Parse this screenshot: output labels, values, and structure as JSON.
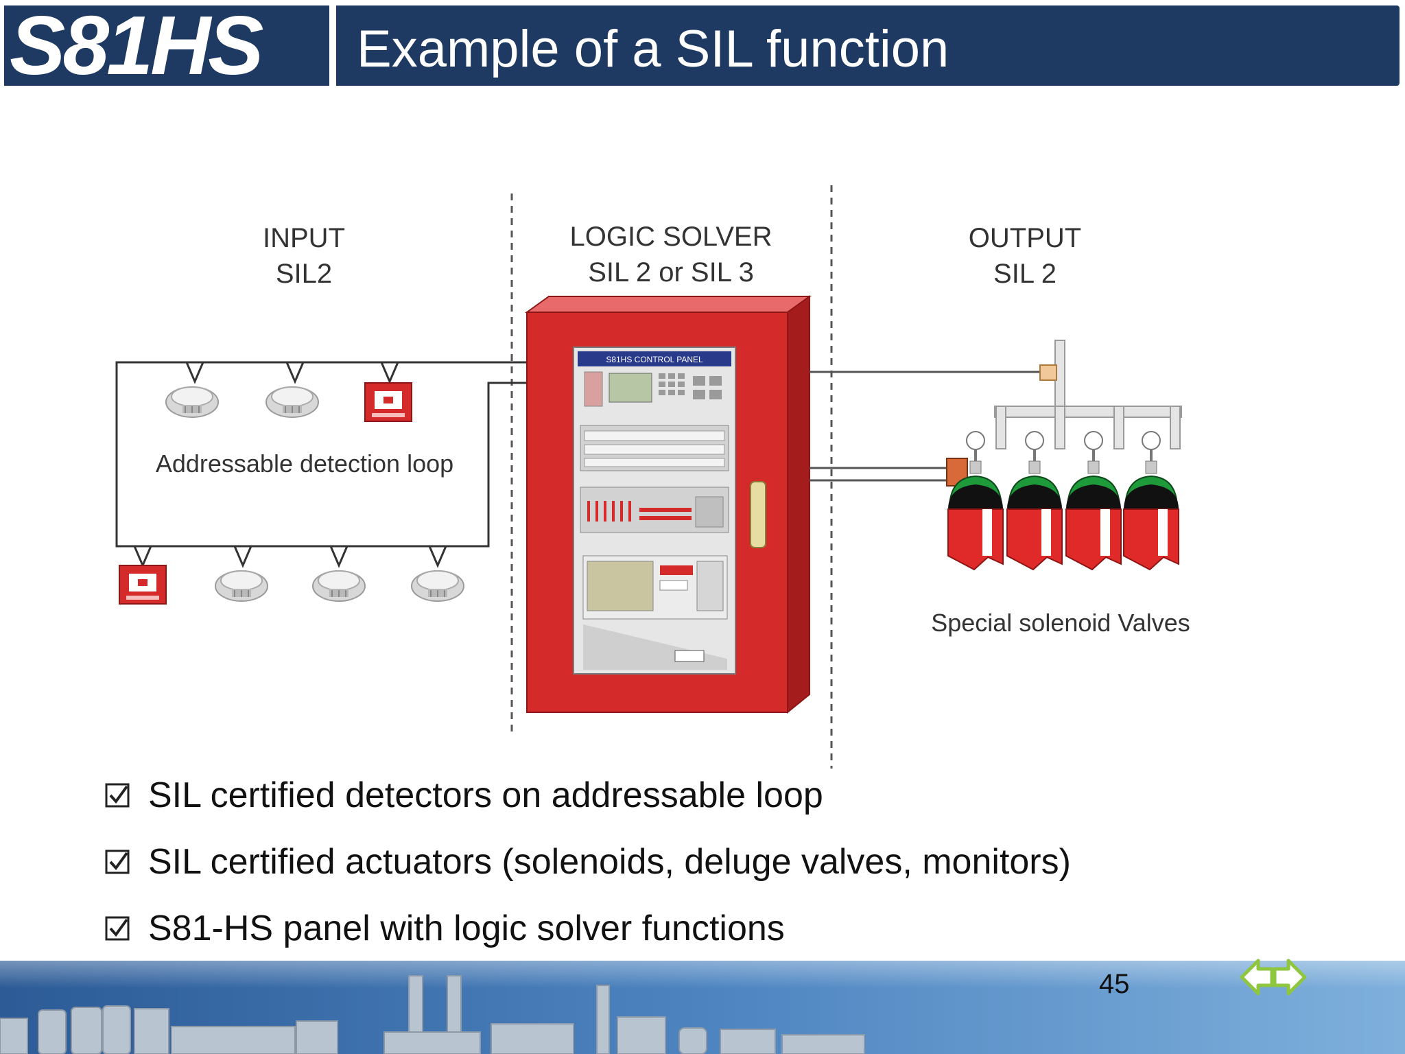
{
  "header": {
    "logo_text": "S81HS",
    "title": "Example of a SIL function"
  },
  "diagram": {
    "input": {
      "title": "INPUT",
      "sil": "SIL2",
      "loop_label": "Addressable detection loop"
    },
    "logic_solver": {
      "title": "LOGIC SOLVER",
      "sil": "SIL 2 or SIL 3",
      "panel_label": "S81HS CONTROL PANEL"
    },
    "output": {
      "title": "OUTPUT",
      "sil": "SIL 2",
      "valves_label": "Special solenoid Valves"
    }
  },
  "bullets": [
    "SIL certified detectors on addressable loop",
    "SIL certified actuators (solenoids, deluge valves, monitors)",
    "S81-HS panel with logic solver functions"
  ],
  "footer": {
    "page_number": "45"
  },
  "colors": {
    "header_bg": "#1e3a62",
    "panel_red": "#d42a2a",
    "cylinder_green": "#1f9a3a",
    "arrow_green": "#8ec63f"
  },
  "icons": [
    "smoke-detector-icon",
    "manual-call-point-icon",
    "checkbox-checked-icon",
    "nav-prev-icon",
    "nav-next-icon"
  ]
}
